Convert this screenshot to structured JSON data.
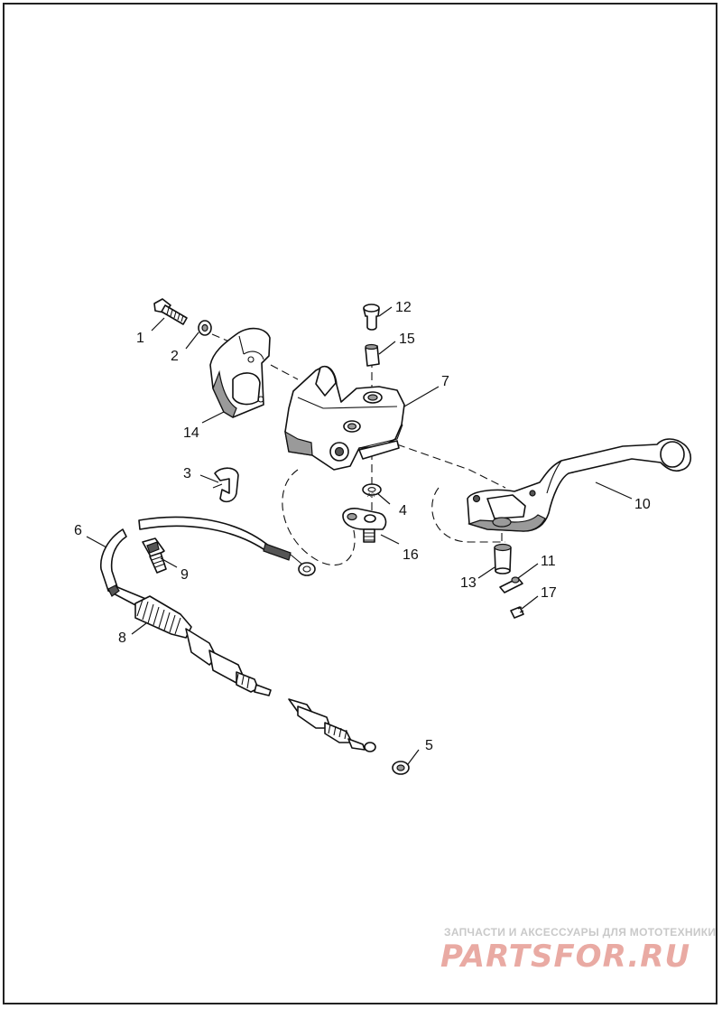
{
  "diagram": {
    "callouts": [
      {
        "id": "1",
        "label": "1"
      },
      {
        "id": "2",
        "label": "2"
      },
      {
        "id": "3",
        "label": "3"
      },
      {
        "id": "4",
        "label": "4"
      },
      {
        "id": "5",
        "label": "5"
      },
      {
        "id": "6",
        "label": "6"
      },
      {
        "id": "7",
        "label": "7"
      },
      {
        "id": "8",
        "label": "8"
      },
      {
        "id": "9",
        "label": "9"
      },
      {
        "id": "10",
        "label": "10"
      },
      {
        "id": "11",
        "label": "11"
      },
      {
        "id": "12",
        "label": "12"
      },
      {
        "id": "13",
        "label": "13"
      },
      {
        "id": "14",
        "label": "14"
      },
      {
        "id": "15",
        "label": "15"
      },
      {
        "id": "16",
        "label": "16"
      },
      {
        "id": "17",
        "label": "17"
      }
    ],
    "washer_mark": "AR"
  },
  "watermark": {
    "tagline": "ЗАПЧАСТИ И АКСЕССУАРЫ ДЛЯ МОТОТЕХНИКИ",
    "logo": "PARTSFOR.RU",
    "color": "#e9aaa3"
  }
}
